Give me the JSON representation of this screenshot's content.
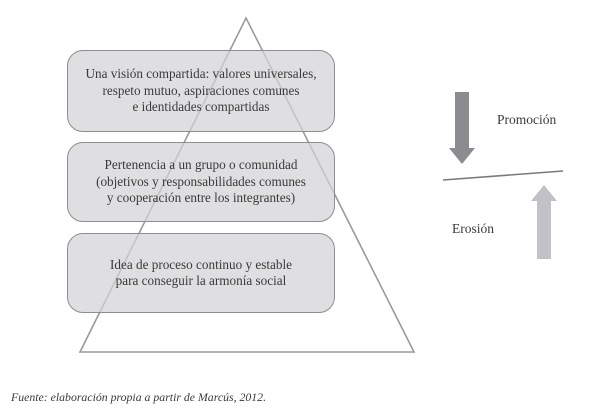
{
  "diagram": {
    "type": "pyramid",
    "levels": [
      {
        "id": "top",
        "text": "Una visión compartida: valores universales,\nrespeto mutuo, aspiraciones comunes\ne identidades compartidas"
      },
      {
        "id": "middle",
        "text": "Pertenencia a un grupo o comunidad\n(objetivos y responsabilidades comunes\ny cooperación entre los integrantes)"
      },
      {
        "id": "bottom",
        "text": "Idea de proceso continuo y estable\npara conseguir la armonía social"
      }
    ],
    "forces": {
      "promotion": {
        "label": "Promoción",
        "direction": "down",
        "color": "#8c8c90"
      },
      "erosion": {
        "label": "Erosión",
        "direction": "up",
        "color": "#c2c2c6"
      }
    },
    "colors": {
      "box_fill": "#d2d2d6",
      "box_border": "#8e8e92",
      "triangle_stroke": "#9a9a9a",
      "divider_line": "#7a7a7e"
    }
  },
  "source": "Fuente: elaboración propia a partir de Marcús, 2012."
}
